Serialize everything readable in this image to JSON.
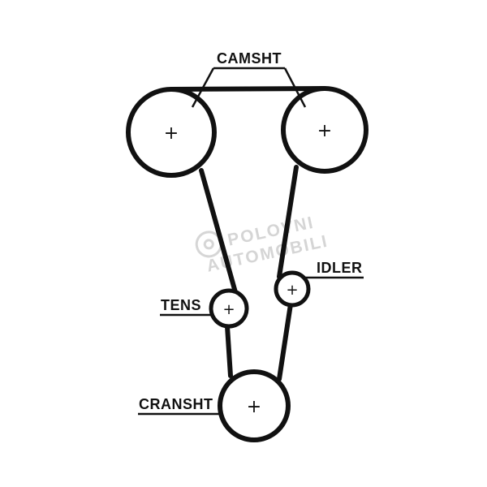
{
  "diagram": {
    "labels": {
      "camshaft": "CAMSHT",
      "idler": "IDLER",
      "tensioner": "TENS",
      "crankshaft": "CRANSHT"
    },
    "pulley_mark": "+",
    "watermark": {
      "line1": "POLOVNI",
      "line2": "AUTOMOBILI"
    },
    "colors": {
      "line": "#111111",
      "background": "#ffffff",
      "watermark": "#c8c8c8"
    }
  }
}
